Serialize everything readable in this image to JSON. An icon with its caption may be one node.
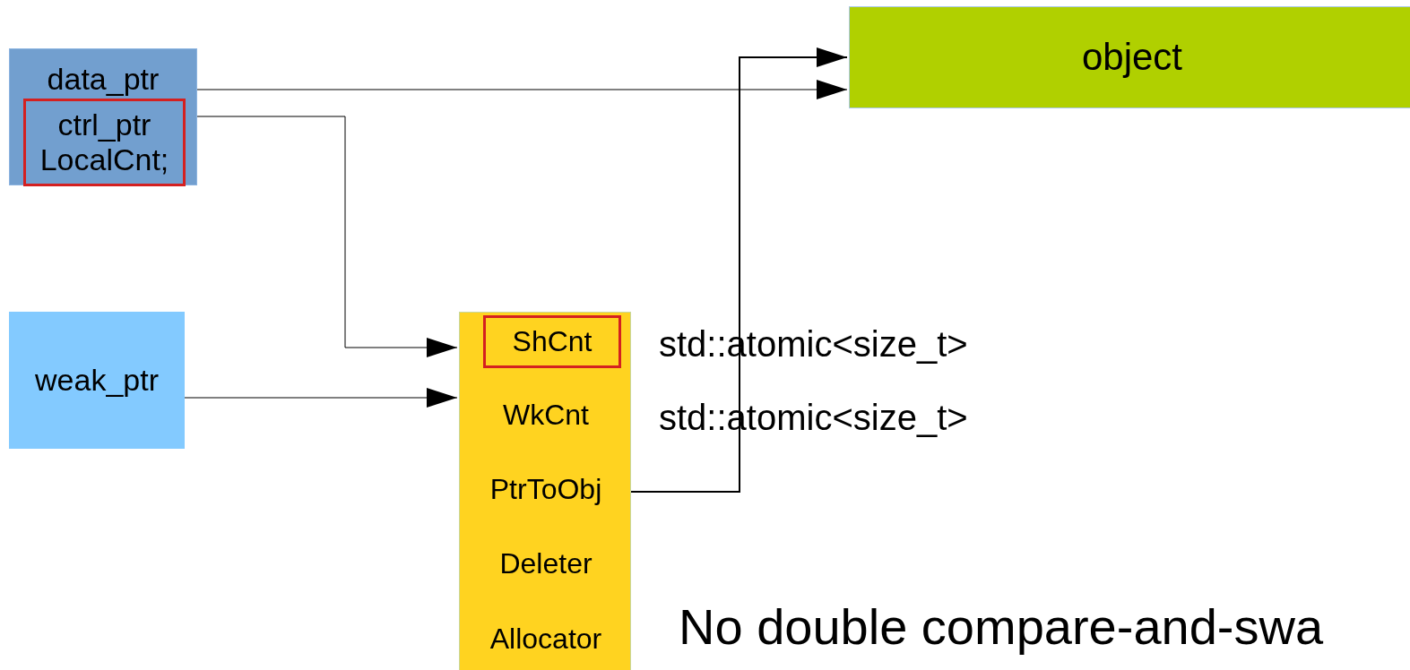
{
  "diagram": {
    "nodes": [
      {
        "text": [
          "data_ptr"
        ]
      },
      {
        "text": [
          "ctrl_ptr LocalCnt;"
        ],
        "in": 0
      },
      {
        "text": [
          "object"
        ]
      },
      {
        "text": [
          "weak_ptr"
        ]
      },
      {
        "text": [],
        "shape": "box"
      },
      {
        "text": [
          "ShCnt"
        ],
        "in": 4,
        "beside": [
          "std::atomic<size_t>"
        ]
      },
      {
        "text": [
          "WkCnt"
        ],
        "in": 4,
        "beside": [
          "std::atomic<size_t>"
        ]
      },
      {
        "text": [
          "PtrToObj"
        ],
        "in": 4
      },
      {
        "text": [
          "Deleter"
        ],
        "in": 4
      },
      {
        "text": [
          "Allocator"
        ],
        "in": 4
      }
    ],
    "edges": [
      {
        "from": 0,
        "to": 2,
        "arrow": "to"
      },
      {
        "from": 1,
        "to": 5,
        "arrow": "to"
      },
      {
        "from": 3,
        "to": 6,
        "arrow": "to"
      },
      {
        "from": 7,
        "to": 2,
        "arrow": "to"
      }
    ],
    "labels": [
      "No double compare-and-swa"
    ]
  }
}
